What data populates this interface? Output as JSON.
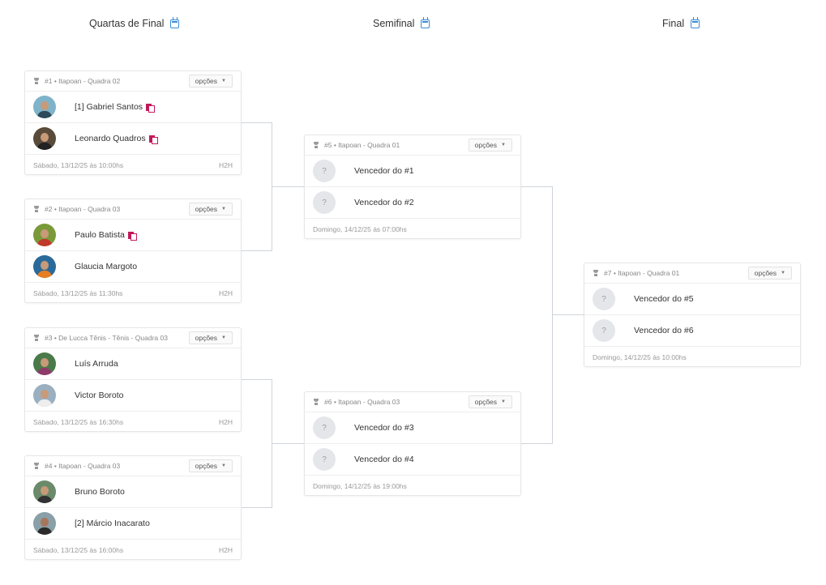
{
  "rounds": [
    {
      "label": "Quartas de Final",
      "icon": "calendar-icon"
    },
    {
      "label": "Semifinal",
      "icon": "calendar-icon"
    },
    {
      "label": "Final",
      "icon": "calendar-icon"
    }
  ],
  "options_label": "opções",
  "matches": [
    {
      "header": "#1 • Itapoan - Quadra 02",
      "date": "Sábado, 13/12/25 às 10:00hs",
      "h2h": "H2H",
      "players": [
        {
          "name": "[1] Gabriel Santos",
          "flag": true
        },
        {
          "name": "Leonardo Quadros",
          "flag": true
        }
      ]
    },
    {
      "header": "#2 • Itapoan - Quadra 03",
      "date": "Sábado, 13/12/25 às 11:30hs",
      "h2h": "H2H",
      "players": [
        {
          "name": "Paulo Batista",
          "flag": true
        },
        {
          "name": "Glaucia Margoto",
          "flag": false
        }
      ]
    },
    {
      "header": "#3 • De Lucca Tênis - Tênis - Quadra 03",
      "date": "Sábado, 13/12/25 às 16:30hs",
      "h2h": "H2H",
      "players": [
        {
          "name": "Luís Arruda",
          "flag": false
        },
        {
          "name": "Victor Boroto",
          "flag": false
        }
      ]
    },
    {
      "header": "#4 • Itapoan - Quadra 03",
      "date": "Sábado, 13/12/25 às 16:00hs",
      "h2h": "H2H",
      "players": [
        {
          "name": "Bruno Boroto",
          "flag": false
        },
        {
          "name": "[2] Márcio Inacarato",
          "flag": false
        }
      ]
    },
    {
      "header": "#5 • Itapoan - Quadra 01",
      "date": "Domingo, 14/12/25 às 07:00hs",
      "h2h": "",
      "players": [
        {
          "name": "Vencedor do #1",
          "flag": false
        },
        {
          "name": "Vencedor do #2",
          "flag": false
        }
      ]
    },
    {
      "header": "#6 • Itapoan - Quadra 03",
      "date": "Domingo, 14/12/25 às 19:00hs",
      "h2h": "",
      "players": [
        {
          "name": "Vencedor do #3",
          "flag": false
        },
        {
          "name": "Vencedor do #4",
          "flag": false
        }
      ]
    },
    {
      "header": "#7 • Itapoan - Quadra 01",
      "date": "Domingo, 14/12/25 às 10:00hs",
      "h2h": "",
      "players": [
        {
          "name": "Vencedor do #5",
          "flag": false
        },
        {
          "name": "Vencedor do #6",
          "flag": false
        }
      ]
    }
  ],
  "unknown_avatar_text": "?",
  "colors": {
    "accent": "#3a8bd6",
    "flag": "#c2185b",
    "border": "#e6e6e6",
    "connector": "#cfd4da"
  }
}
